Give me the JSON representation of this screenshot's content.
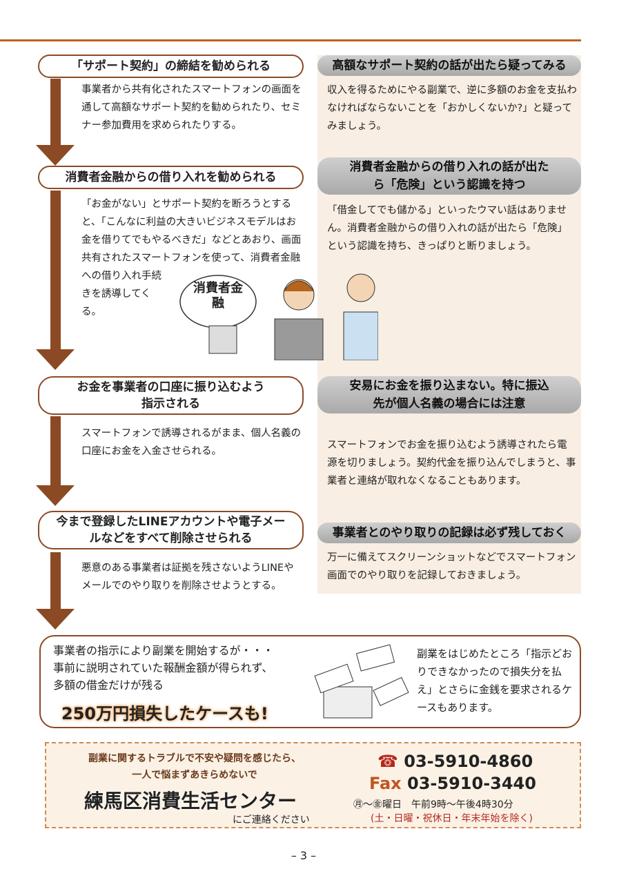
{
  "steps": [
    {
      "left_title": "「サポート契約」の締結を勧められる",
      "left_text": "事業者から共有化されたスマートフォンの画面を通して高額なサポート契約を勧められたり、セミナー参加費用を求められたりする。",
      "right_title": "高額なサポート契約の話が出たら疑ってみる",
      "right_text": "収入を得るためにやる副業で、逆に多額のお金を支払わなければならないことを「おかしくないか?」と疑ってみましょう。"
    },
    {
      "left_title": "消費者金融からの借り入れを勧められる",
      "left_text": "「お金がない」とサポート契約を断ろうとすると、「こんなに利益の大きいビジネスモデルはお金を借りてでもやるべきだ」などとあおり、画面共有されたスマートフォンを使って、消費者金融への借り入れ手続きを誘導してくる。",
      "right_title": "消費者金融からの借り入れの話が出たら「危険」という認識を持つ",
      "right_text": "「借金してでも儲かる」といったウマい話はありません。消費者金融からの借り入れの話が出たら「危険」という認識を持ち、きっぱりと断りましょう。"
    },
    {
      "left_title": "お金を事業者の口座に振り込むよう指示される",
      "left_text": "スマートフォンで誘導されるがまま、個人名義の口座にお金を入金させられる。",
      "right_title": "安易にお金を振り込まない。特に振込先が個人名義の場合には注意",
      "right_text": "スマートフォンでお金を振り込むよう誘導されたら電源を切りましょう。契約代金を振り込んでしまうと、事業者と連絡が取れなくなることもあります。"
    },
    {
      "left_title": "今まで登録したLINEアカウントや電子メールなどをすべて削除させられる",
      "left_text": "悪意のある事業者は証拠を残さないようLINEやメールでのやり取りを削除させようとする。",
      "right_title": "事業者とのやり取りの記録は必ず残しておく",
      "right_text": "万一に備えてスクリーンショットなどでスマートフォン画面でのやり取りを記録しておきましょう。"
    }
  ],
  "illustration": {
    "bubble": "消費者金融"
  },
  "result": {
    "text1": "事業者の指示により副業を開始するが・・・",
    "text2": "事前に説明されていた報酬金額が得られず、",
    "text3": "多額の借金だけが残る",
    "headline": "250万円損失したケースも!",
    "side": "副業をはじめたところ「指示どおりできなかったので損失分を払え」とさらに金銭を要求されるケースもあります。"
  },
  "contact": {
    "line1": "副業に関するトラブルで不安や疑問を感じたら、",
    "line2": "一人で悩まずあきらめないで",
    "center": "練馬区消費生活センター",
    "suffix": "にご連絡ください",
    "tel_label": "☎",
    "tel": "03-5910-4860",
    "fax_label": "Fax",
    "fax": "03-5910-3440",
    "hours": "㊊～㊎曜日　午前9時～午後4時30分",
    "closed": "(土・日曜・祝休日・年末年始を除く)"
  },
  "page_number": "– 3 –",
  "colors": {
    "brown": "#8b4a23",
    "red": "#b5281c",
    "orange": "#c0551f"
  }
}
